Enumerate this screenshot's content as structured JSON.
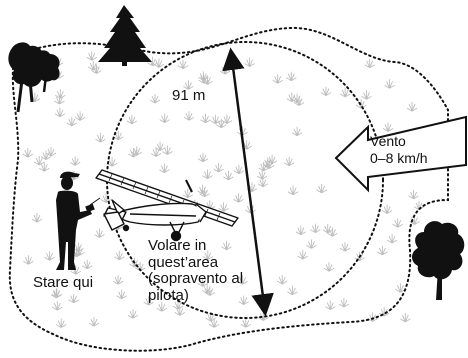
{
  "labels": {
    "distance": "91 m",
    "wind_line1": "Vento",
    "wind_line2": "0–8 km/h",
    "pilot_position": "Stare qui",
    "area_line1": "Volare in",
    "area_line2": "quest’area",
    "area_line3": "(sopravento al",
    "area_line4": "pilota)"
  },
  "icons": {
    "wind_arrow": "wind-direction-arrow",
    "pilot": "pilot-figure",
    "airplane": "rc-airplane",
    "distance_arrow": "double-headed-arrow",
    "trees": "tree"
  },
  "colors": {
    "line": "#111111",
    "grass": "#bdbdbd",
    "background": "#ffffff"
  }
}
